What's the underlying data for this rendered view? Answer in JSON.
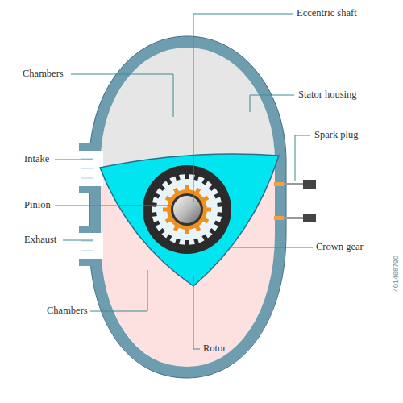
{
  "diagram": {
    "labels": [
      "Chambers",
      "Eccentric shaft",
      "Stator housing",
      "Spark plug",
      "Intake",
      "Pinion",
      "Exhaust",
      "Crown gear",
      "Chambers",
      "Rotor",
      "401468790"
    ]
  }
}
